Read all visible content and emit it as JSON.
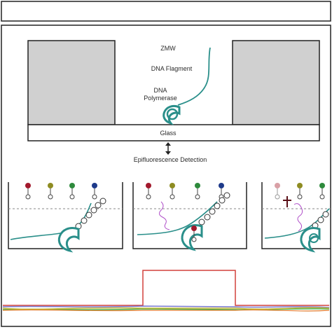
{
  "labels": {
    "zmw": "ZMW",
    "dna_fragment": "DNA Flagment",
    "dna_polymerase_line1": "DNA",
    "dna_polymerase_line2": "Polymerase",
    "glass": "Glass",
    "epifluorescence": "Epifluorescence Detection"
  },
  "nucleotide_colors": [
    "#a2192c",
    "#8e8c22",
    "#2e8a3c",
    "#1e3a8a"
  ],
  "colors": {
    "dna_strand": "#2a8f8a",
    "well_fill": "#cfcfcf",
    "released_label": "#b04fc9",
    "trace_signal": "#d2413b",
    "trace_base": [
      "#7a7ad0",
      "#49b04b",
      "#c8b83a",
      "#e07b2b"
    ]
  },
  "panels": [
    "incorporation-wait",
    "incorporation-pulse",
    "incorporation-release"
  ]
}
